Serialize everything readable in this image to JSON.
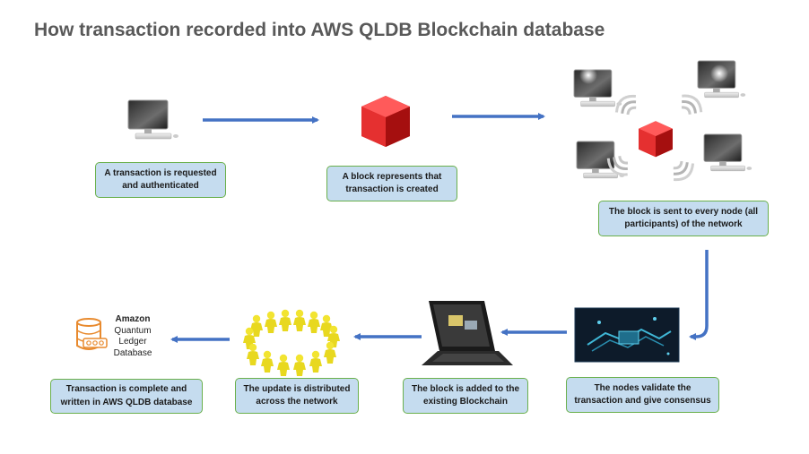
{
  "title": "How transaction recorded into AWS QLDB Blockchain database",
  "steps": [
    {
      "line1": "A transaction is requested",
      "line2": "and authenticated"
    },
    {
      "line1": "A block represents that",
      "line2": "transaction is created"
    },
    {
      "line1": "The block is sent to every node (all",
      "line2": "participants) of the network"
    },
    {
      "line1": "The nodes validate the",
      "line2": "transaction and give consensus"
    },
    {
      "line1": "The block is added to the",
      "line2": "existing Blockchain"
    },
    {
      "line1": "The update is distributed",
      "line2": "across the network"
    },
    {
      "line1": "Transaction is complete and",
      "line2": "written in AWS QLDB database"
    }
  ],
  "qldb_logo": {
    "brand": "Amazon",
    "line1": "Quantum",
    "line2": "Ledger",
    "line3": "Database"
  },
  "colors": {
    "arrow": "#4472c4",
    "box_fill": "#c5dcef",
    "box_border": "#6ab04c",
    "cube": "#e02a2a",
    "people": "#f2e431"
  },
  "icons": [
    "computer-icon",
    "red-cube-icon",
    "network-nodes-icon",
    "node-validation-icon",
    "laptop-blockchain-icon",
    "people-circle-icon",
    "qldb-database-icon"
  ]
}
